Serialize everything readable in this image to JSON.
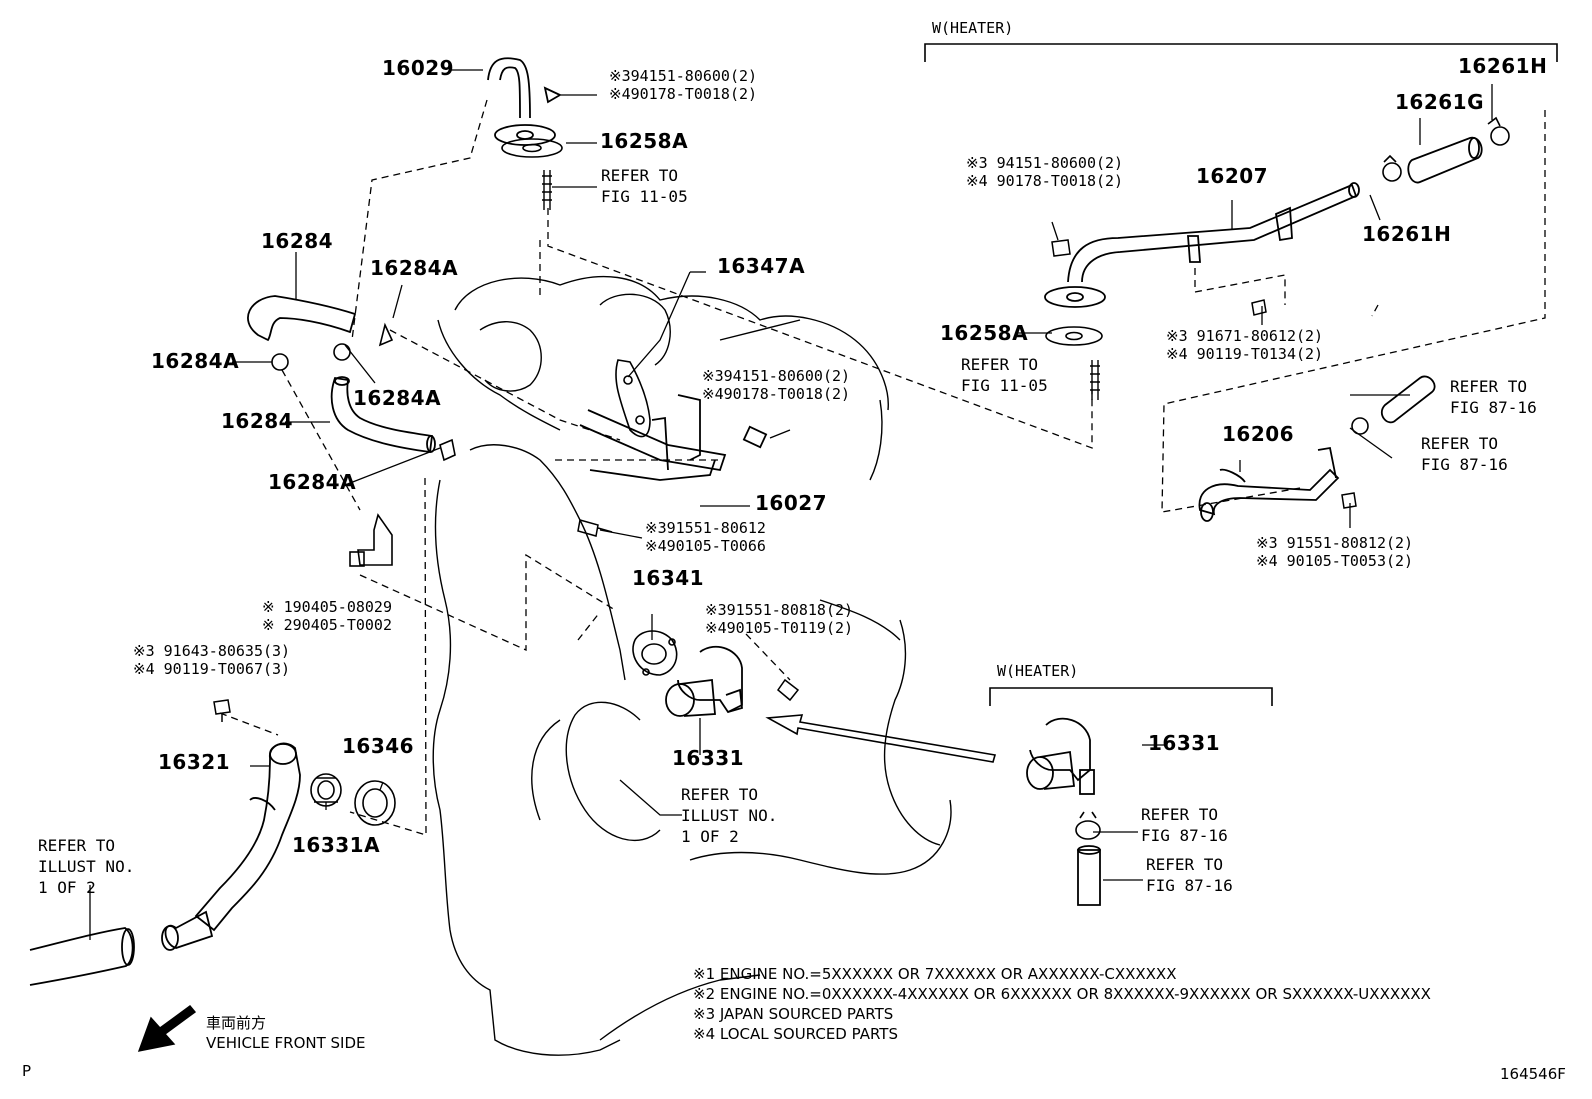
{
  "section_headers": {
    "heater_top": "W(HEATER)",
    "heater_mid": "W(HEATER)"
  },
  "parts": {
    "p16029": "16029",
    "p16258A_top": "16258A",
    "p16284_top": "16284",
    "p16284A_upper": "16284A",
    "p16284A_left": "16284A",
    "p16284A_mid": "16284A",
    "p16284_mid": "16284",
    "p16284A_low": "16284A",
    "p16347A": "16347A",
    "p16027": "16027",
    "p16341": "16341",
    "p16331_center": "16331",
    "p16321": "16321",
    "p16346": "16346",
    "p16331A": "16331A",
    "p16207": "16207",
    "p16261H_top": "16261H",
    "p16261G": "16261G",
    "p16261H_mid": "16261H",
    "p16258A_right": "16258A",
    "p16206": "16206",
    "p16331_right": "16331"
  },
  "codes": {
    "c_16029_a": "※394151-80600(2)",
    "c_16029_b": "※490178-T0018(2)",
    "c_16027_nut_a": "※394151-80600(2)",
    "c_16027_nut_b": "※490178-T0018(2)",
    "c_16027_bolt_a": "※391551-80612",
    "c_16027_bolt_b": "※490105-T0066",
    "c_hose_clip_a": "※ 190405-08029",
    "c_hose_clip_b": "※ 290405-T0002",
    "c_16321_bolt_a": "※3 91643-80635(3)",
    "c_16321_bolt_b": "※4 90119-T0067(3)",
    "c_16331_bolt_a": "※391551-80818(2)",
    "c_16331_bolt_b": "※490105-T0119(2)",
    "c_16207_nut_a": "※3 94151-80600(2)",
    "c_16207_nut_b": "※4 90178-T0018(2)",
    "c_16207_bolt_a": "※3 91671-80612(2)",
    "c_16207_bolt_b": "※4 90119-T0134(2)",
    "c_16206_bolt_a": "※3 91551-80812(2)",
    "c_16206_bolt_b": "※4 90105-T0053(2)"
  },
  "refs": {
    "r_fig1105_a": "REFER TO\nFIG 11-05",
    "r_fig1105_b": "REFER TO\nFIG 11-05",
    "r_fig8716_a": "REFER TO\nFIG 87-16",
    "r_fig8716_b": "REFER TO\nFIG 87-16",
    "r_fig8716_c": "REFER TO\nFIG 87-16",
    "r_fig8716_d": "REFER TO\nFIG 87-16",
    "r_illust_center": "REFER TO\nILLUST NO.\n1 OF 2",
    "r_illust_left": "REFER TO\nILLUST NO.\n1 OF 2"
  },
  "notes": [
    "※1 ENGINE NO.=5XXXXXX OR 7XXXXXX OR AXXXXXX-CXXXXXX",
    "※2 ENGINE NO.=0XXXXXX-4XXXXXX OR 6XXXXXX OR 8XXXXXX-9XXXXXX OR SXXXXXX-UXXXXXX",
    "※3 JAPAN SOURCED PARTS",
    "※4 LOCAL SOURCED PARTS"
  ],
  "vehicle_front": {
    "jp": "車両前方",
    "en": "VEHICLE FRONT SIDE"
  },
  "corner_left": "P",
  "figure_id": "164546F"
}
